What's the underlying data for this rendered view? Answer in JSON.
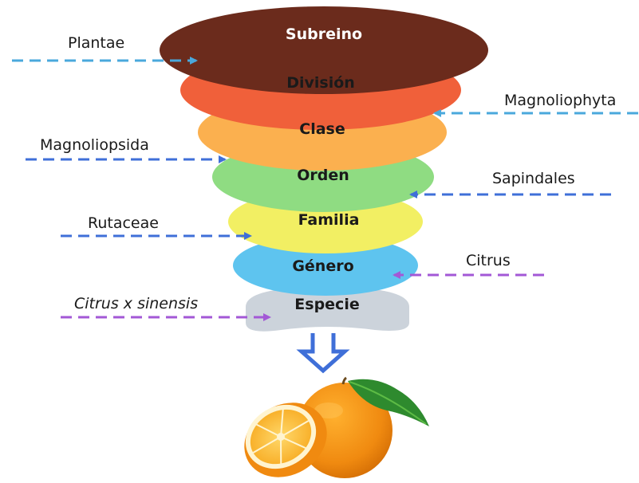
{
  "ranks": [
    {
      "key": "subreino",
      "label": "Subreino",
      "color": "#6b2b1c",
      "text_color": "#ffffff"
    },
    {
      "key": "division",
      "label": "División",
      "color": "#f0603a",
      "text_color": "#1a1a1a"
    },
    {
      "key": "clase",
      "label": "Clase",
      "color": "#fbb04f",
      "text_color": "#1a1a1a"
    },
    {
      "key": "orden",
      "label": "Orden",
      "color": "#8fdc82",
      "text_color": "#1a1a1a"
    },
    {
      "key": "familia",
      "label": "Familia",
      "color": "#f2ef63",
      "text_color": "#1a1a1a"
    },
    {
      "key": "genero",
      "label": "Género",
      "color": "#5ec4ef",
      "text_color": "#1a1a1a"
    },
    {
      "key": "especie",
      "label": "Especie",
      "color": "#ccd3db",
      "text_color": "#1a1a1a"
    }
  ],
  "classification": [
    {
      "rank": "subreino",
      "value": "Plantae",
      "side": "left",
      "arrow_color": "#4aa8dc",
      "italic": false
    },
    {
      "rank": "division",
      "value": "Magnoliophyta",
      "side": "right",
      "arrow_color": "#4aa8dc",
      "italic": false
    },
    {
      "rank": "clase",
      "value": "Magnoliopsida",
      "side": "left",
      "arrow_color": "#3f6fd8",
      "italic": false
    },
    {
      "rank": "orden",
      "value": "Sapindales",
      "side": "right",
      "arrow_color": "#3f6fd8",
      "italic": false
    },
    {
      "rank": "familia",
      "value": "Rutaceae",
      "side": "left",
      "arrow_color": "#3f6fd8",
      "italic": false
    },
    {
      "rank": "genero",
      "value": "Citrus",
      "side": "right",
      "arrow_color": "#a358d6",
      "italic": false
    },
    {
      "rank": "especie",
      "value": "Citrus x sinensis",
      "side": "left",
      "arrow_color": "#a358d6",
      "italic": true
    }
  ],
  "result_arrow_color": "#3f6fd8",
  "result_icon": "orange-fruit-icon"
}
